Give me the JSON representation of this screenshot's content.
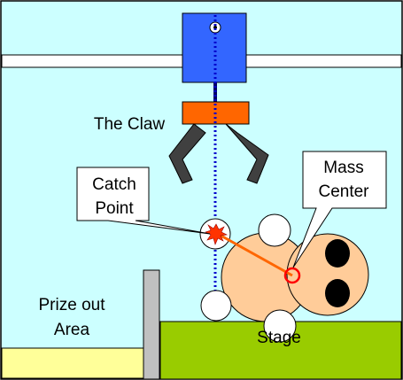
{
  "labels": {
    "claw": "The Claw",
    "catch_point_line1": "Catch",
    "catch_point_line2": "Point",
    "mass_center_line1": "Mass",
    "mass_center_line2": "Center",
    "prize_out_line1": "Prize out",
    "prize_out_line2": "Area",
    "stage": "Stage"
  },
  "colors": {
    "background": "#ccffff",
    "rail": "#ffffff",
    "carriage": "#3366ff",
    "claw_head": "#ff6600",
    "claw_fingers": "#404040",
    "dotted_line": "#0000cc",
    "stage": "#99cc00",
    "prize_out_area": "#ffff99",
    "divider_wall": "#c0c0c0",
    "toy_body": "#ffcc99",
    "toy_balls": "#ffffff",
    "toy_eyes": "#000000",
    "catch_star": "#ff3300",
    "mass_line": "#ff6600",
    "mass_marker": "#ff0000"
  },
  "icons": {
    "catch_point_marker": "star-burst-icon",
    "mass_center_marker": "circle-target-icon"
  }
}
